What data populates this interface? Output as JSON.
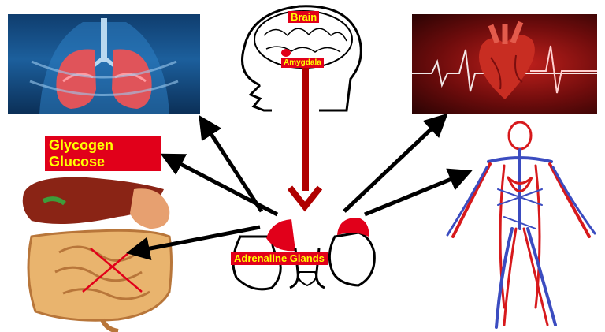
{
  "labels": {
    "brain": "Brain",
    "amygdala": "Amygdala",
    "glycogen": "Glycogen",
    "glucose": "Glucose",
    "adrenaline_glands": "Adrenaline Glands"
  },
  "colors": {
    "arrow_black": "#000000",
    "arrow_red": "#b00000",
    "label_bg": "#e1001a",
    "label_text": "#ffff00",
    "vessel_red": "#d7191c",
    "vessel_blue": "#3b4cc0"
  },
  "icons": {
    "lungs": "lungs-icon",
    "brain": "brain-head-icon",
    "heart": "heart-icon",
    "liver": "liver-icon",
    "intestines": "intestines-icon",
    "circulation": "circulatory-body-icon",
    "kidneys": "kidney-adrenal-icon"
  }
}
